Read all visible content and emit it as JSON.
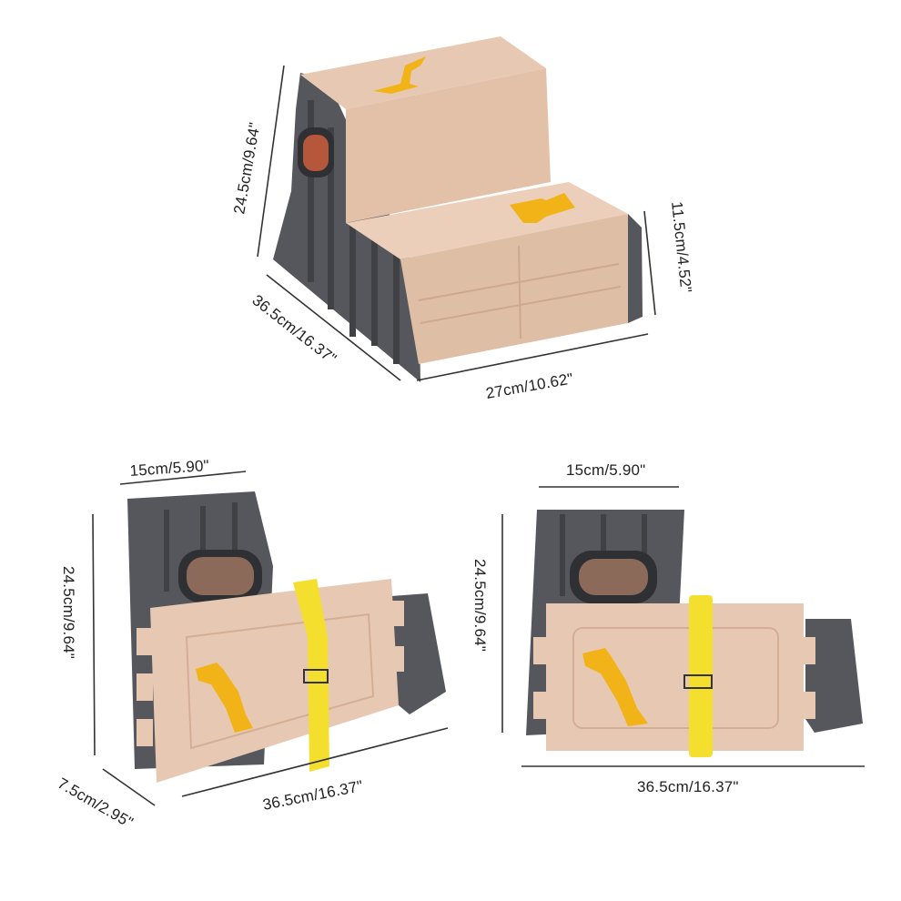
{
  "colors": {
    "body": "#e7c9b3",
    "body_shadow": "#d8b59d",
    "frame": "#55575c",
    "frame_dark": "#3f4145",
    "accent": "#f2b318",
    "strap": "#f4de2e",
    "line": "#333333"
  },
  "top_view": {
    "height_total": "24.5cm/9.64\"",
    "step_height": "11.5cm/4.52\"",
    "depth": "36.5cm/16.37\"",
    "width": "27cm/10.62\""
  },
  "folded_left": {
    "thickness": "15cm/5.90\"",
    "height": "24.5cm/9.64\"",
    "depth": "7.5cm/2.95\"",
    "length": "36.5cm/16.37\""
  },
  "folded_right": {
    "thickness": "15cm/5.90\"",
    "height": "24.5cm/9.64\"",
    "length": "36.5cm/16.37\""
  }
}
